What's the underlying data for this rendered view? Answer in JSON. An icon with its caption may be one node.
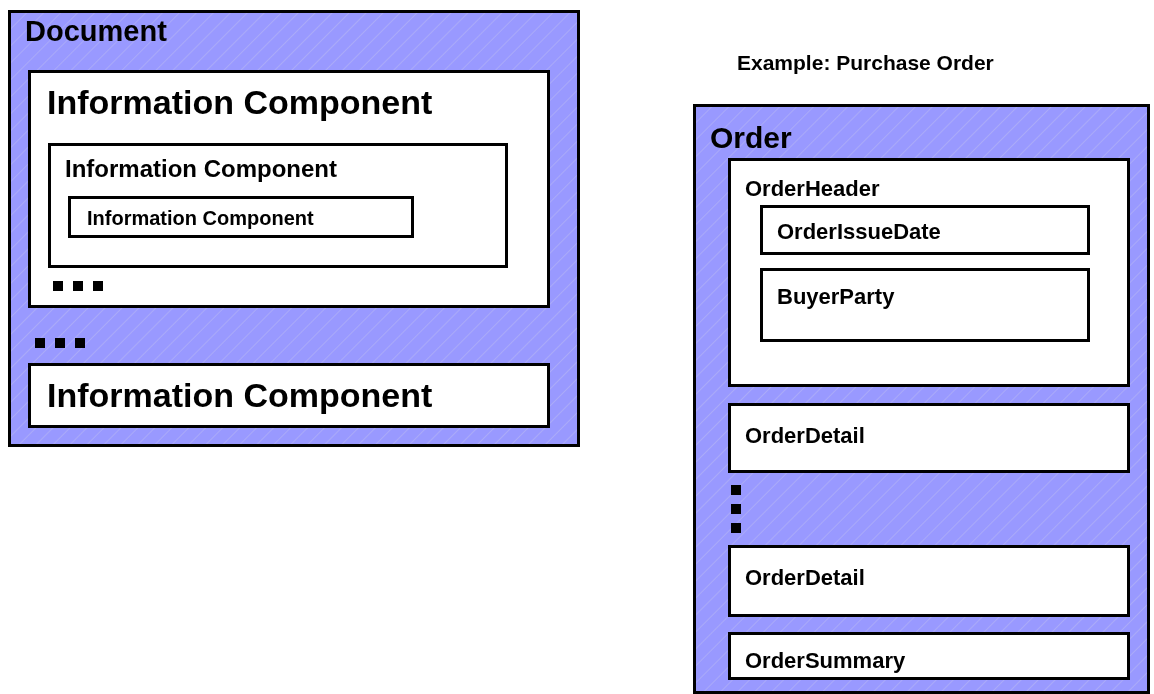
{
  "diagram": {
    "nodes": [
      {
        "text": [
          "Document"
        ]
      },
      {
        "text": [
          "Information Component"
        ],
        "in": 0
      },
      {
        "text": [
          "Information Component"
        ],
        "in": 1
      },
      {
        "text": [
          "Information Component"
        ],
        "in": 2
      },
      {
        "text": [
          "Information Component"
        ],
        "in": 0
      },
      {
        "text": [
          "Order"
        ]
      },
      {
        "text": [
          "OrderHeader"
        ],
        "in": 5
      },
      {
        "text": [
          "OrderIssueDate"
        ],
        "in": 6
      },
      {
        "text": [
          "BuyerParty"
        ],
        "in": 6
      },
      {
        "text": [
          "OrderDetail"
        ],
        "in": 5
      },
      {
        "text": [
          "OrderDetail"
        ],
        "in": 5
      },
      {
        "text": [
          "OrderSummary"
        ],
        "in": 5
      }
    ],
    "edges": [],
    "labels": [
      "Example: Purchase Order"
    ]
  }
}
